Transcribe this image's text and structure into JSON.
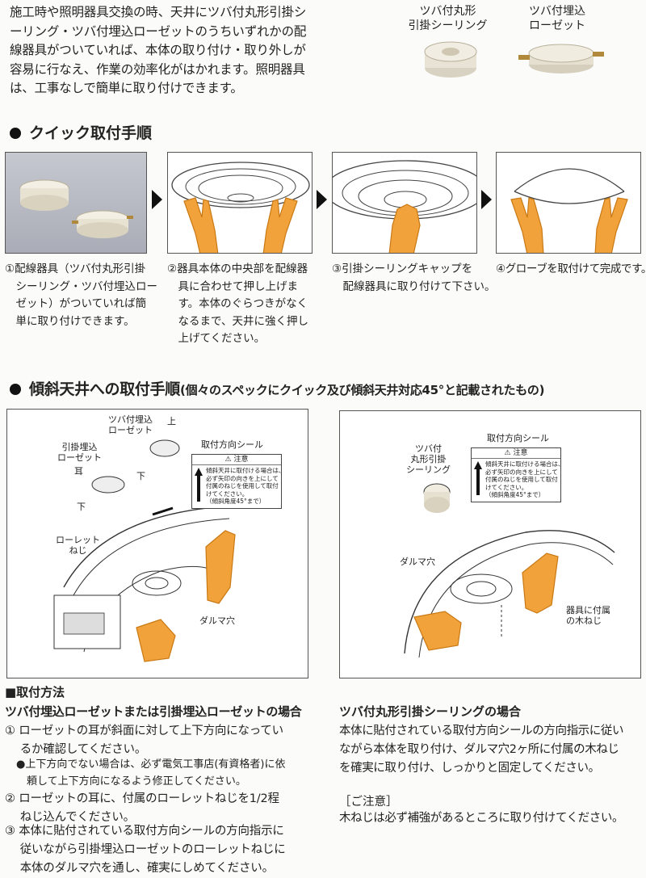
{
  "intro": {
    "lines": [
      "施工時や照明器具交換の時、天井にツバ付丸形引掛シ",
      "ーリング・ツバ付埋込ローゼットのうちいずれかの配",
      "線器具がついていれば、本体の取り付け・取り外しが",
      "容易に行なえ、作業の効率化がはかれます。照明器具",
      "は、工事なしで簡単に取り付けできます。"
    ]
  },
  "products": [
    {
      "name": "ツバ付丸形\n引掛シーリング"
    },
    {
      "name": "ツバ付埋込\nローゼット"
    }
  ],
  "quick": {
    "heading": "クイック取付手順",
    "steps": [
      {
        "lines": [
          "①配線器具（ツバ付丸形引掛",
          "　シーリング・ツバ付埋込ロー",
          "　ゼット）がついていれば簡",
          "　単に取り付けできます。"
        ]
      },
      {
        "lines": [
          "②器具本体の中央部を配線器",
          "　具に合わせて押し上げま",
          "　す。本体のぐらつきがなく",
          "　なるまで、天井に強く押し",
          "　上げてください。"
        ]
      },
      {
        "lines": [
          "③引掛シーリングキャップを",
          "　配線器具に取り付けて下さい。"
        ]
      },
      {
        "lines": [
          "④グローブを取付けて完成です。"
        ]
      }
    ]
  },
  "slope": {
    "heading": "傾斜天井への取付手順",
    "subheading": "(個々のスペックにクイック及び傾斜天井対応45°と記載されたもの)",
    "left_labels": {
      "rosette": "ツバ付埋込\nローゼット",
      "hikikake": "引掛埋込\nローゼット",
      "ear": "耳",
      "up": "上",
      "down": "下",
      "knurl": "ローレット\nねじ",
      "seal_title": "取付方向シール",
      "daruma": "ダルマ穴"
    },
    "right_labels": {
      "ceiling": "ツバ付\n丸形引掛\nシーリング",
      "seal_title": "取付方向シール",
      "daruma": "ダルマ穴",
      "screw": "器具に付属\nの木ねじ"
    },
    "sticker": {
      "header": "⚠ 注意",
      "lines": [
        "傾斜天井に取付ける場合は、",
        "必ず矢印の向きを上にして",
        "付属のねじを使用して取付",
        "けてください。",
        "（傾斜角度45°まで）"
      ]
    }
  },
  "method": {
    "heading": "■取付方法",
    "left_title": "ツバ付埋込ローゼットまたは引掛埋込ローゼットの場合",
    "left_items": [
      [
        "① ローゼットの耳が斜面に対して上下方向になってい",
        "　 るか確認してください。"
      ],
      [
        "●上下方向でない場合は、必ず電気工事店(有資格者)に依",
        "　頼して上下方向になるよう修正してください。"
      ],
      [
        "② ローゼットの耳に、付属のローレットねじを1/2程",
        "　 ねじ込んでください。"
      ],
      [
        "③ 本体に貼付されている取付方向シールの方向指示に",
        "　 従いながら引掛埋込ローゼットのローレットねじに",
        "　 本体のダルマ穴を通し、確実にしめてください。"
      ]
    ],
    "right_title": "ツバ付丸形引掛シーリングの場合",
    "right_lines": [
      "本体に貼付されている取付方向シールの方向指示に従い",
      "ながら本体を取り付け、ダルマ穴2ヶ所に付属の木ねじ",
      "を確実に取り付け、しっかりと固定してください。"
    ],
    "caution_title": "［ご注意］",
    "caution_text": "木ねじは必ず補強があるところに取り付けてください。"
  }
}
